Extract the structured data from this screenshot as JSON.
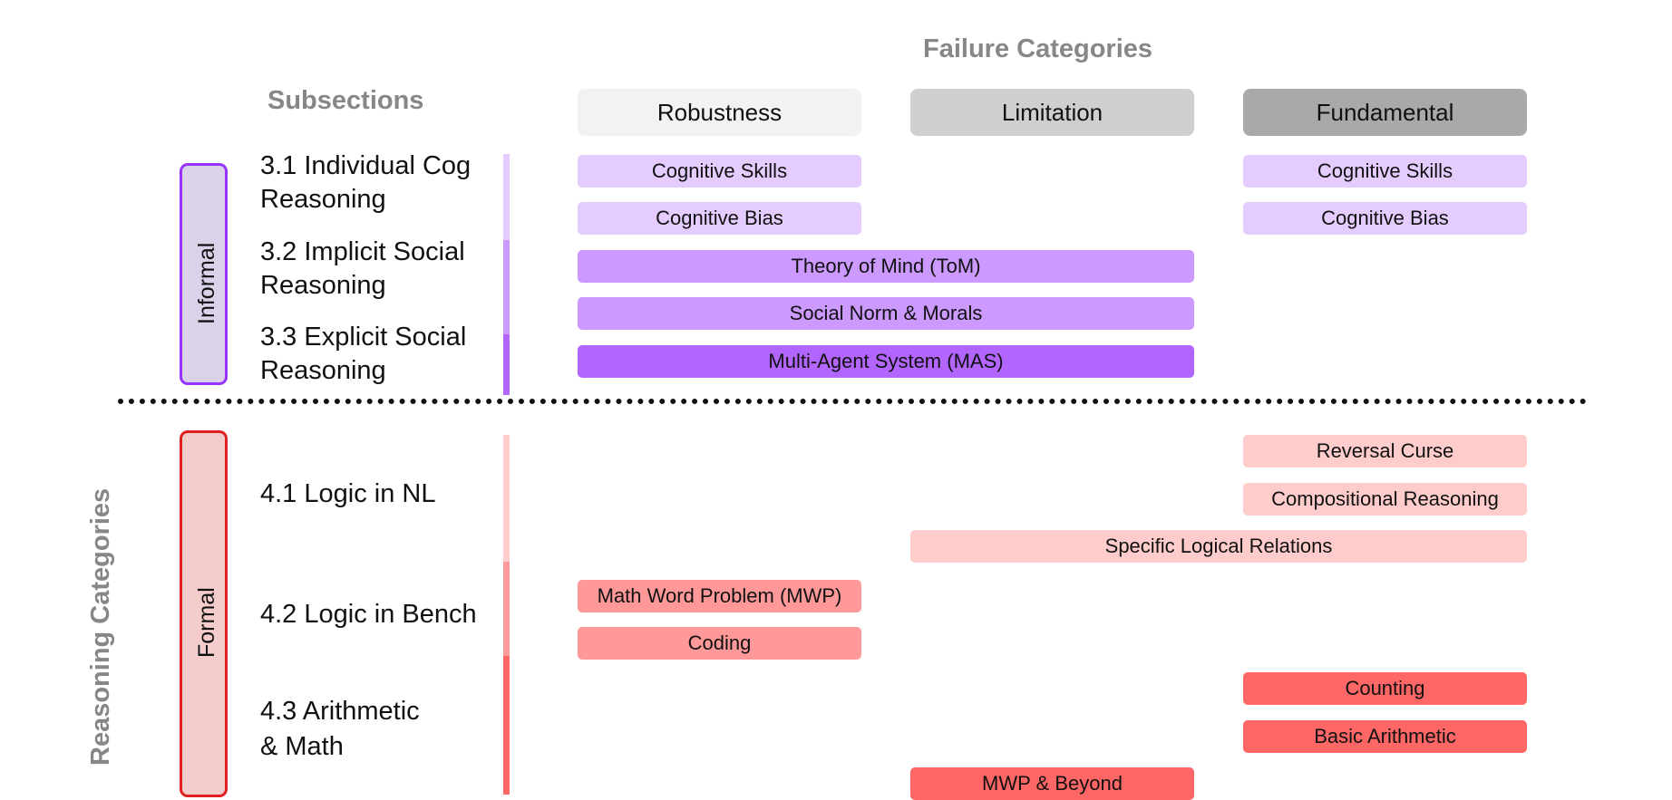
{
  "title": "Failure Categories",
  "subsections_title": "Subsections",
  "reasoning_title": "Reasoning Categories",
  "columns": [
    "Robustness",
    "Limitation",
    "Fundamental"
  ],
  "groups": {
    "informal": "Informal",
    "formal": "Formal"
  },
  "subsections": {
    "s31": [
      "3.1 Individual Cog",
      "Reasoning"
    ],
    "s32": [
      "3.2 Implicit Social",
      "Reasoning"
    ],
    "s33": [
      "3.3 Explicit Social",
      "Reasoning"
    ],
    "s41": "4.1 Logic in NL",
    "s42": "4.2 Logic in Bench",
    "s43": [
      "4.3 Arithmetic",
      "& Math"
    ]
  },
  "items": {
    "rob_cog_skills": "Cognitive Skills",
    "rob_cog_bias": "Cognitive Bias",
    "fun_cog_skills": "Cognitive Skills",
    "fun_cog_bias": "Cognitive Bias",
    "tom": "Theory of Mind (ToM)",
    "social_norm": "Social Norm & Morals",
    "mas": "Multi-Agent System (MAS)",
    "reversal": "Reversal Curse",
    "compositional": "Compositional Reasoning",
    "logical_relations": "Specific Logical Relations",
    "mwp": "Math Word Problem (MWP)",
    "coding": "Coding",
    "counting": "Counting",
    "basic_arith": "Basic Arithmetic",
    "mwp_beyond": "MWP & Beyond"
  },
  "colors": {
    "header_robustness": "#f2f2f2",
    "header_limitation": "#cfcfcf",
    "header_fundamental": "#a9a9a9",
    "purple_light": "#e5ccff",
    "purple_mid": "#cc99ff",
    "purple_dark": "#b266ff",
    "red_light": "#ffcccc",
    "red_mid": "#ff9999",
    "red_dark": "#ff6666",
    "informal_border": "#9933ff",
    "informal_fill": "#d9d2e9",
    "formal_border": "#e02020",
    "formal_fill": "#f4cccc"
  }
}
